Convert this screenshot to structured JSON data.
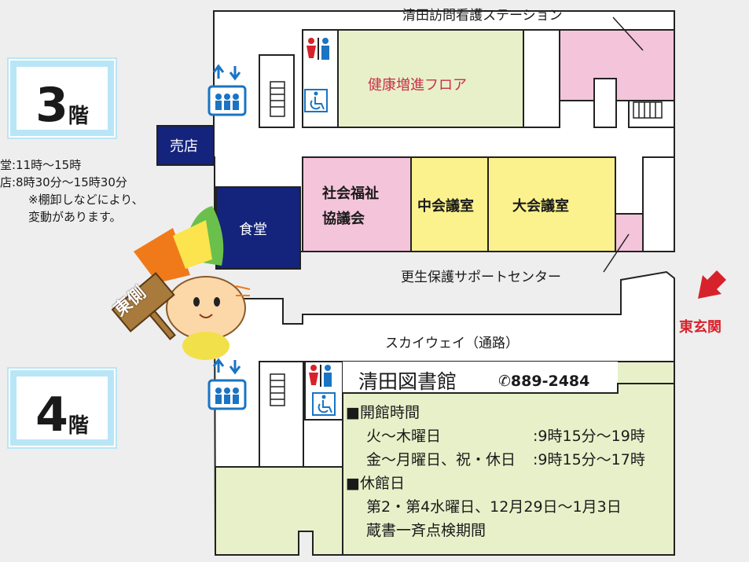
{
  "floors": {
    "f3": {
      "num": "3",
      "suffix": "階"
    },
    "f4": {
      "num": "4",
      "suffix": "階"
    }
  },
  "shop_hours": {
    "line1": "堂:11時〜15時",
    "line2": "店:8時30分〜15時30分",
    "note1": "※棚卸しなどにより、",
    "note2": "変動があります。"
  },
  "rooms3": {
    "nurse_station": "清田訪問看護ステーション",
    "health_floor": "健康増進フロア",
    "shop": "売店",
    "cafeteria": "食堂",
    "welfare_1": "社会福祉",
    "welfare_2": "協議会",
    "mid_meeting": "中会議室",
    "large_meeting": "大会議室",
    "support_center": "更生保護サポートセンター"
  },
  "east_sign": "東側",
  "east_entrance": "東玄関",
  "skyway": "スカイウェイ（通路）",
  "library": {
    "name": "清田図書館",
    "phone": "889-2484",
    "hours_heading": "■開館時間",
    "row1_days": "火〜木曜日",
    "row1_time": ":9時15分〜19時",
    "row2_days": "金〜月曜日、祝・休日",
    "row2_time": ":9時15分〜17時",
    "closed_heading": "■休館日",
    "closed1": "第2・第4水曜日、12月29日〜1月3日",
    "closed2": "蔵書一斉点検期間"
  },
  "colors": {
    "health": "#e8f0c9",
    "pink": "#f4c4da",
    "yellow": "#fbf28d",
    "navy": "#14237b",
    "library": "#e8f0c9",
    "accent_red": "#d7222c",
    "elevator_blue": "#1a74c3"
  },
  "icons": [
    "elevator-icon",
    "restroom-icon",
    "wheelchair-icon",
    "stairs-icon",
    "phone-icon",
    "red-arrow-icon",
    "mascot-icon"
  ]
}
